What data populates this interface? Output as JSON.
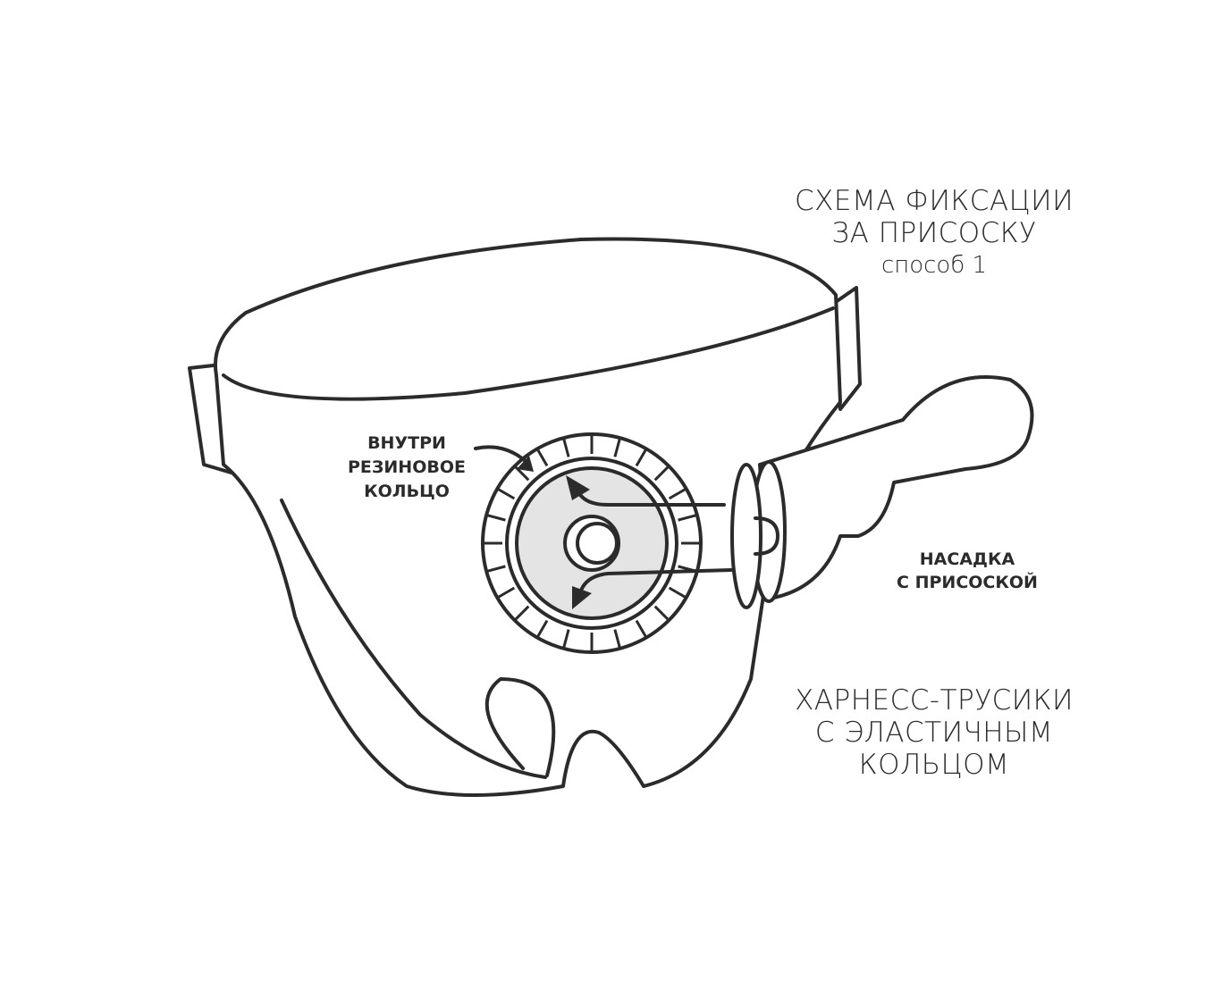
{
  "title": {
    "line1": "СХЕМА ФИКСАЦИИ",
    "line2": "ЗА ПРИСОСКУ",
    "line3": "способ 1"
  },
  "ring_label": {
    "line1": "ВНУТРИ",
    "line2": "РЕЗИНОВОЕ",
    "line3": "КОЛЬЦО"
  },
  "attachment_label": {
    "line1": "НАСАДКА",
    "line2": "С ПРИСОСКОЙ"
  },
  "harness_label": {
    "line1": "ХАРНЕСС-ТРУСИКИ",
    "line2": "С ЭЛАСТИЧНЫМ",
    "line3": "КОЛЬЦОМ"
  },
  "colors": {
    "line": "#2b2b2b",
    "ring_fill": "#e4e4e4"
  }
}
